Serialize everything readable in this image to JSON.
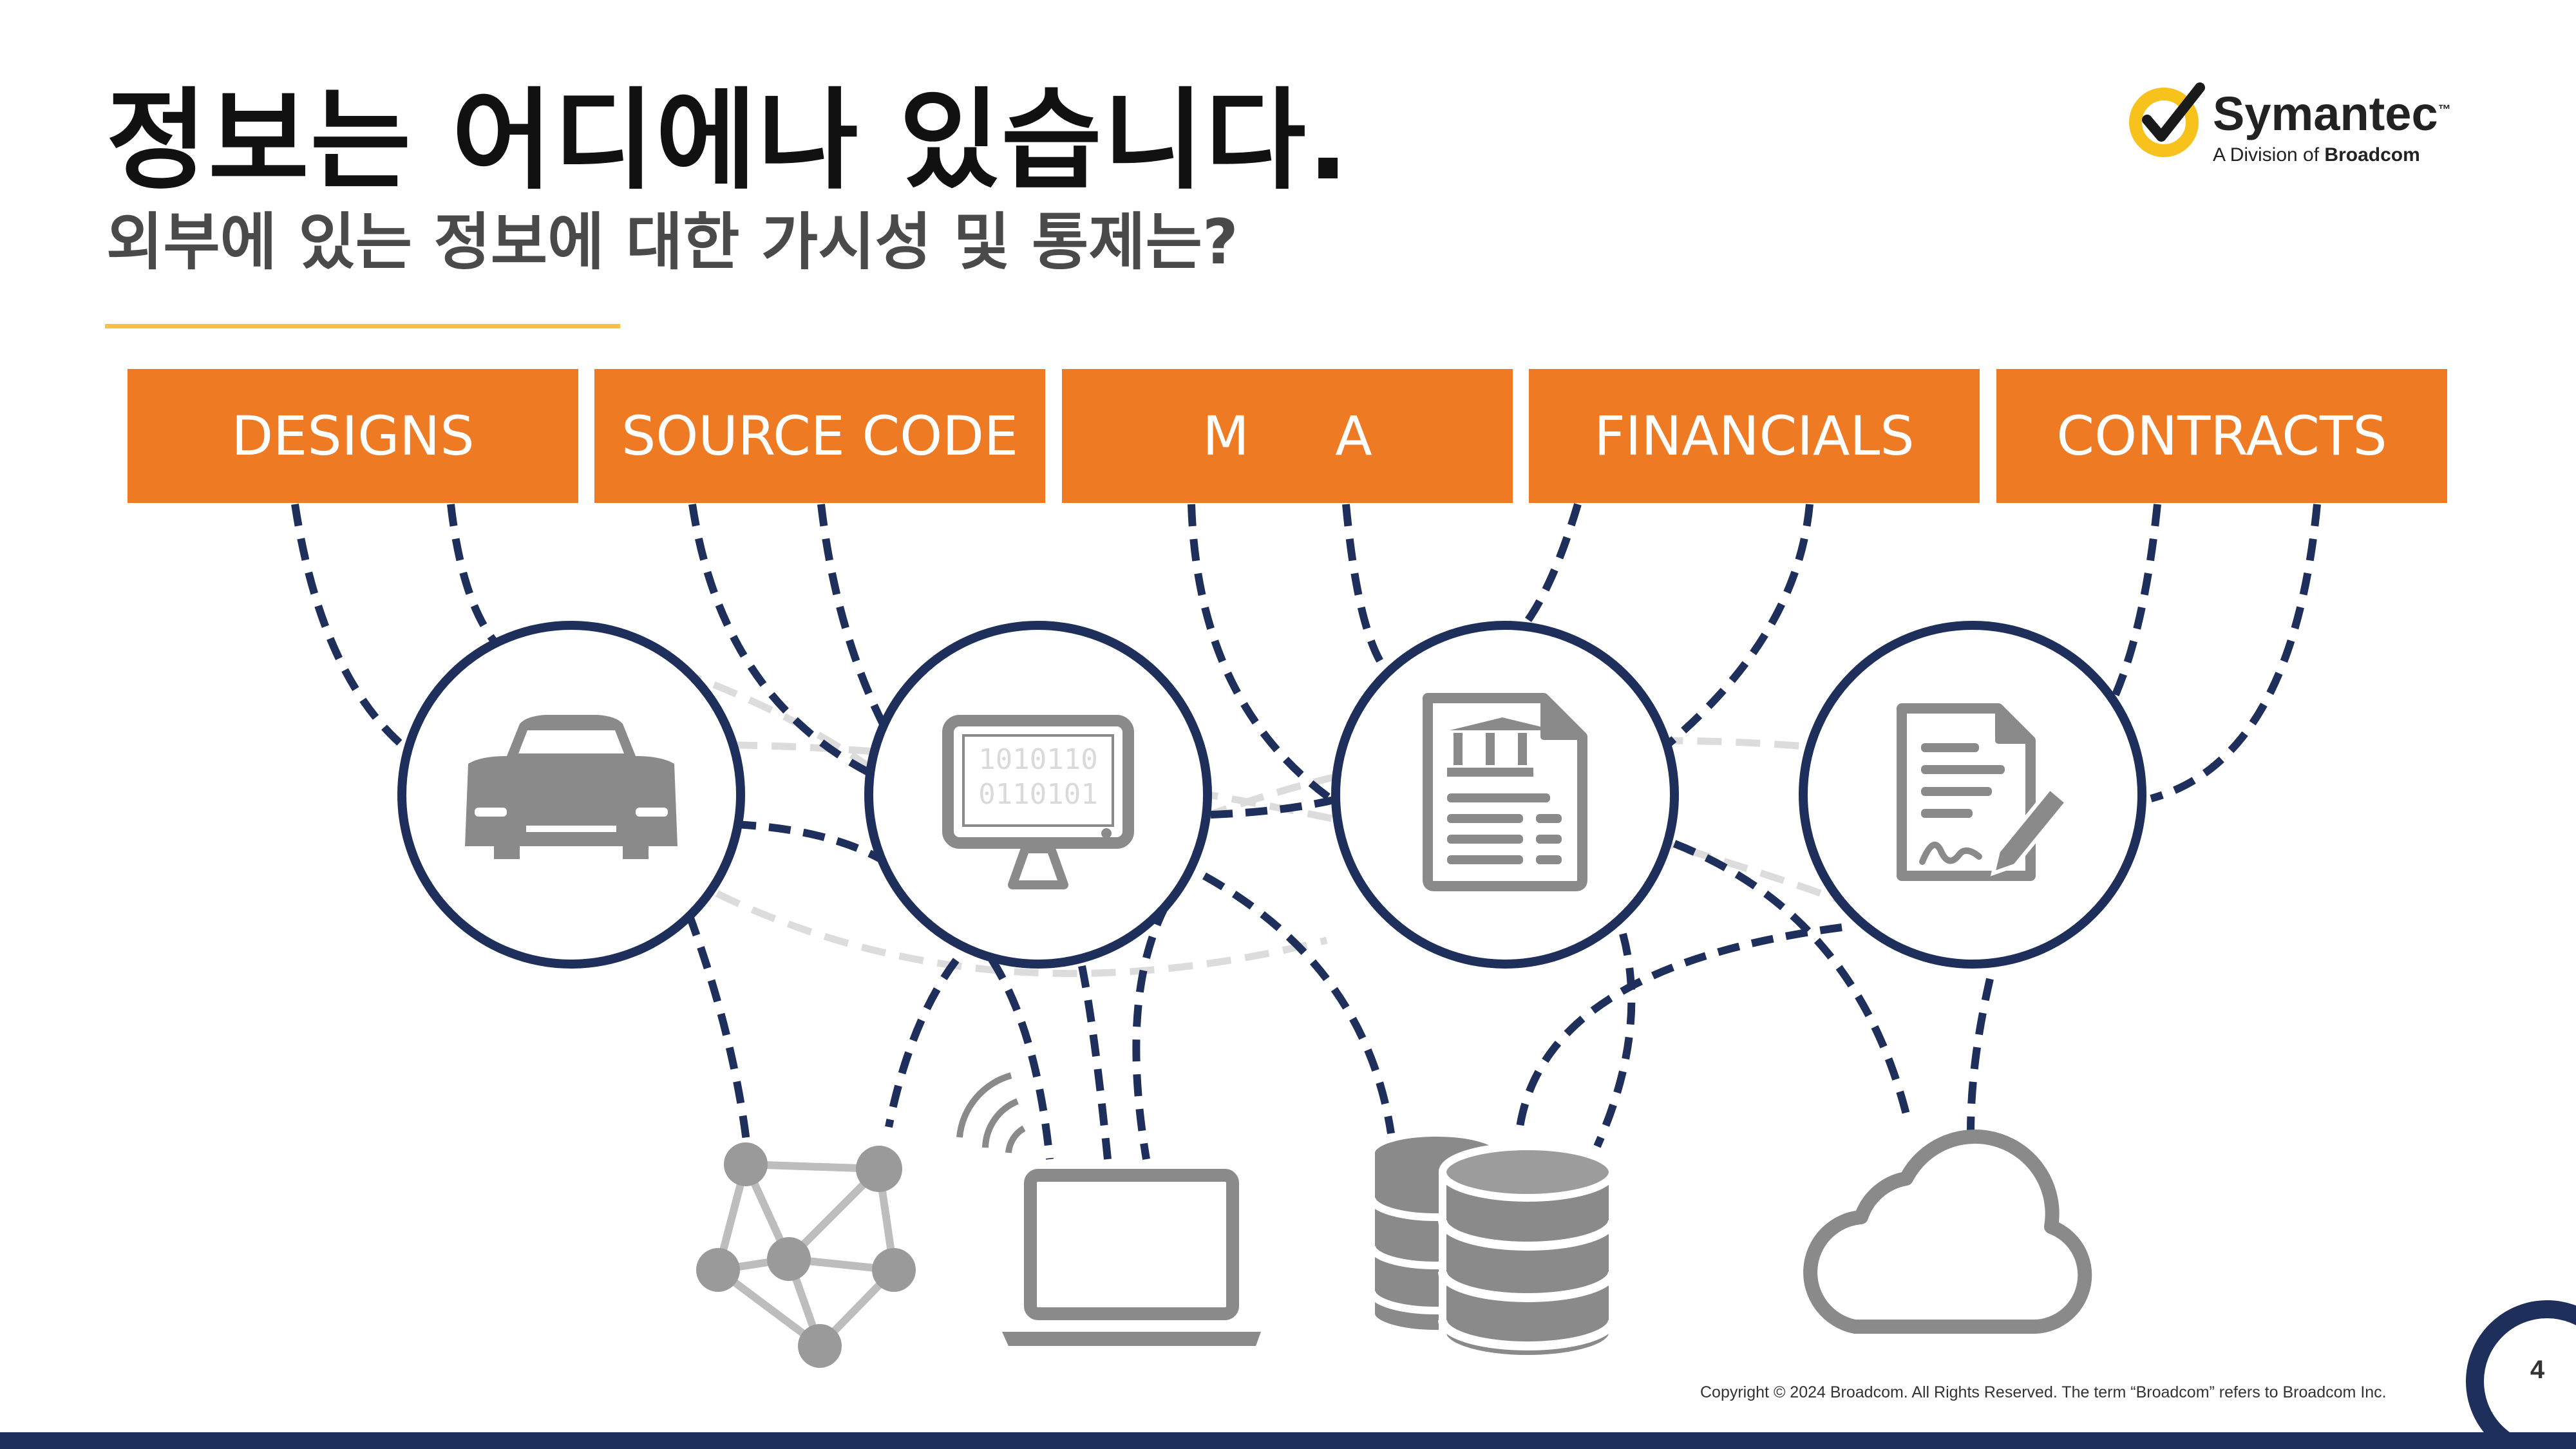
{
  "title": "정보는 어디에나 있습니다.",
  "subtitle": "외부에 있는 정보에 대한 가시성 및 통제는?",
  "logo": {
    "name": "Symantec",
    "tm": "™",
    "tagline_prefix": "A Division of ",
    "tagline_brand": "Broadcom"
  },
  "categories": [
    "DESIGNS",
    "SOURCE CODE",
    "M     A",
    "FINANCIALS",
    "CONTRACTS"
  ],
  "screen_binary": [
    "1010110",
    "0110101"
  ],
  "footer": {
    "copyright": "Copyright © 2024 Broadcom.  All Rights Reserved. The term “Broadcom” refers to Broadcom Inc.",
    "page": "4"
  },
  "colors": {
    "accent_orange": "#EE7A24",
    "navy": "#1F2F5C",
    "rule_yellow": "#F5C244",
    "icon_gray": "#8A8A8A"
  },
  "icons": [
    "car-icon",
    "monitor-icon",
    "financial-document-icon",
    "contract-icon",
    "network-icon",
    "laptop-wifi-icon",
    "database-icon",
    "cloud-icon"
  ]
}
